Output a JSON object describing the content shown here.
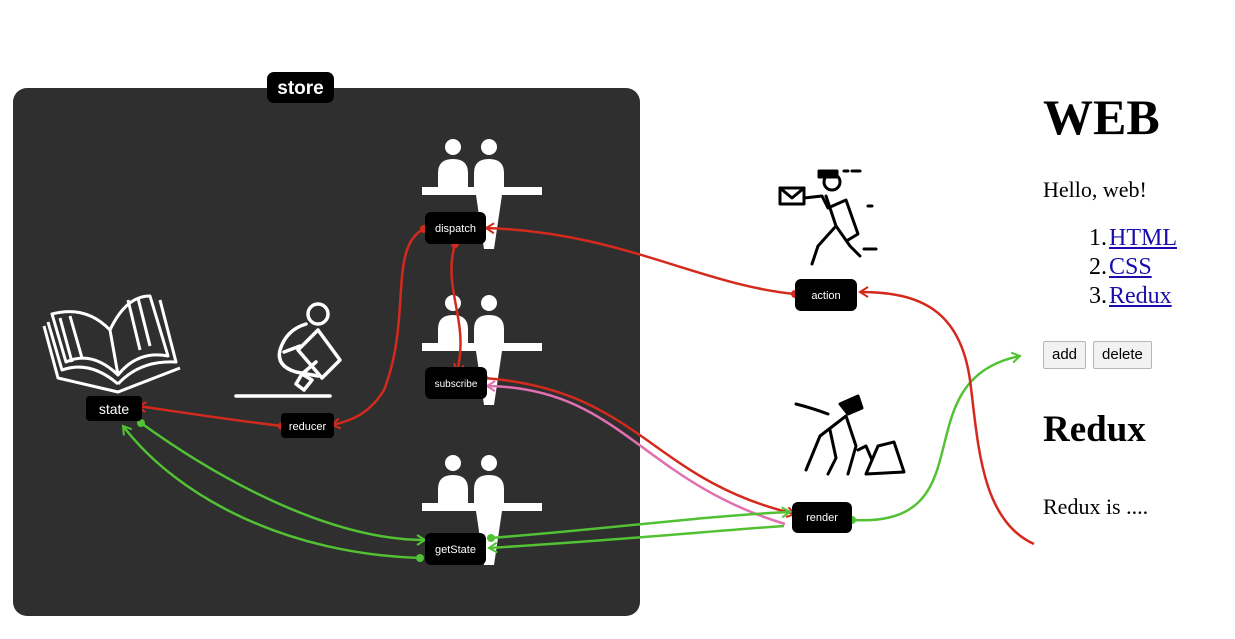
{
  "store": {
    "label": "store"
  },
  "nodes": {
    "state": "state",
    "reducer": "reducer",
    "dispatch": "dispatch",
    "subscribe": "subscribe",
    "getState": "getState",
    "action": "action",
    "render": "render"
  },
  "colors": {
    "store_bg": "#2f2f2f",
    "pill_bg": "#000000",
    "dispatch_flow": "#d42a1e",
    "state_flow": "#52c234",
    "subscribe_flow": "#e070b0"
  },
  "icons": [
    "book-icon",
    "writer-icon",
    "clerk-icon",
    "courier-icon",
    "digger-icon"
  ],
  "webpage": {
    "title": "WEB",
    "greeting": "Hello, web!",
    "items": [
      {
        "number": "1.",
        "label": "HTML"
      },
      {
        "number": "2.",
        "label": "CSS"
      },
      {
        "number": "3.",
        "label": "Redux"
      }
    ],
    "buttons": {
      "add": "add",
      "delete": "delete"
    },
    "section_title": "Redux",
    "section_body": "Redux is ...."
  }
}
